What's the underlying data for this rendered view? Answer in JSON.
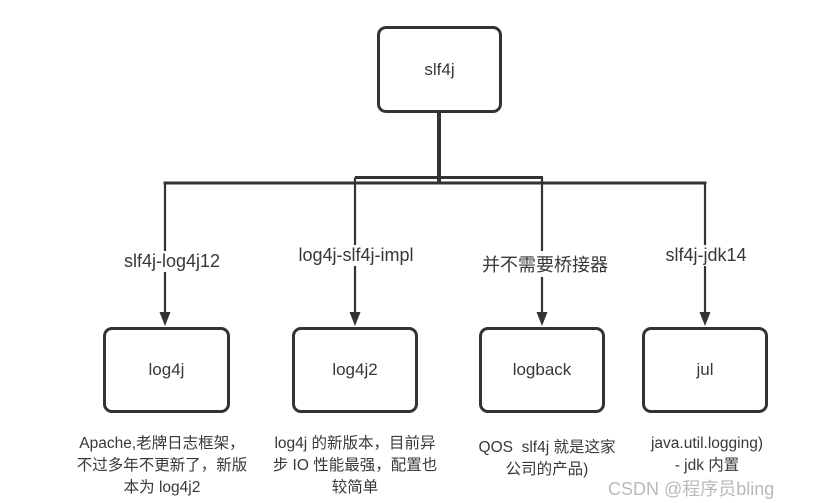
{
  "diagram": {
    "root": {
      "label": "slf4j"
    },
    "branches": [
      {
        "edge_label": "slf4j-log4j12",
        "node_label": "log4j",
        "caption": "Apache,老牌日志框架，\n不过多年不更新了，新版\n本为 log4j2"
      },
      {
        "edge_label": "log4j-slf4j-impl",
        "node_label": "log4j2",
        "caption": "log4j 的新版本，目前异\n步 IO 性能最强，配置也\n较简单"
      },
      {
        "edge_label": "并不需要桥接器",
        "node_label": "logback",
        "caption": "QOS  slf4j 就是这家\n公司的产品)"
      },
      {
        "edge_label": "slf4j-jdk14",
        "node_label": "jul",
        "caption": "java.util.logging)\n- jdk 内置"
      }
    ],
    "watermark": "CSDN @程序员bling",
    "colors": {
      "line": "#333333",
      "text": "#383838",
      "watermark": "#b9b9b9",
      "background": "#ffffff"
    }
  }
}
